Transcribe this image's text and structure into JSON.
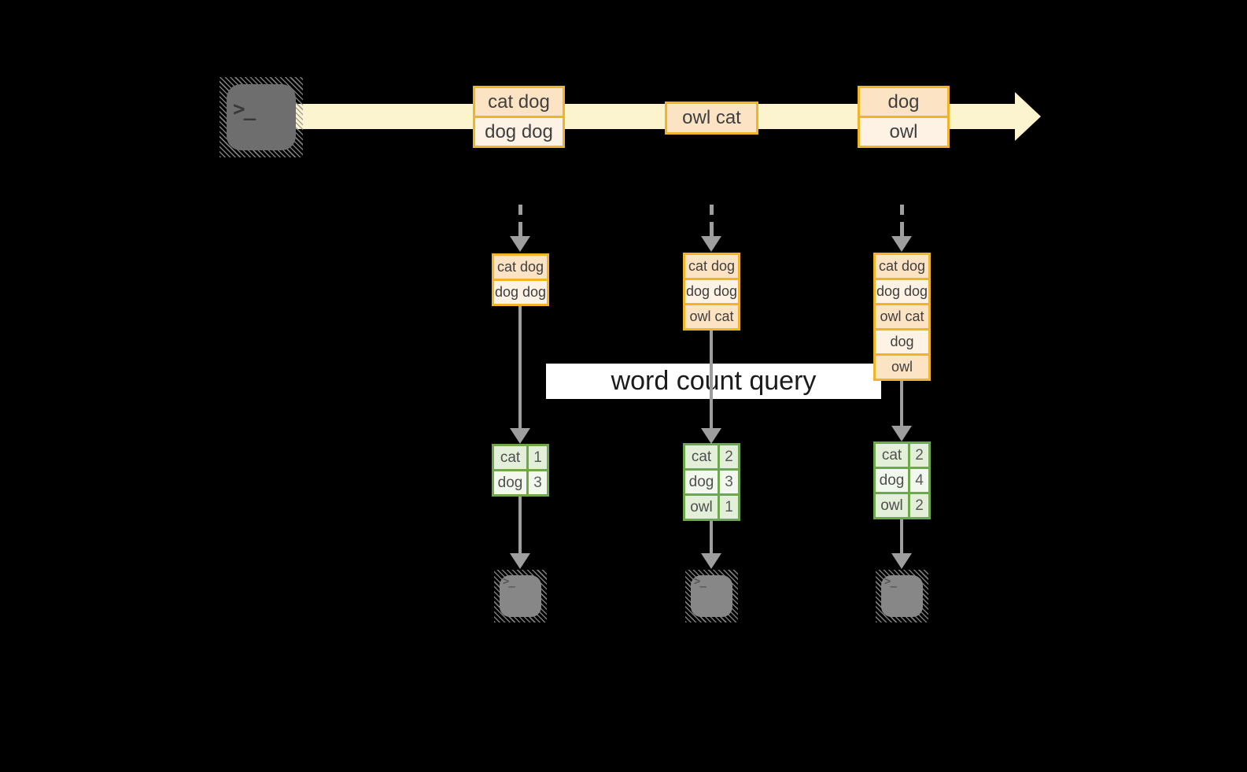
{
  "diagram": "structured-streaming-word-count",
  "colors": {
    "background": "#000000",
    "stream_band": "#fcf3cf",
    "orange_border": "#f0b428",
    "cell_peach": "#fbe3c4",
    "cell_cream": "#fdf2e4",
    "green_border": "#6fa84c",
    "green_light": "#e4efd9",
    "green_lighter": "#f2f8ee",
    "arrow_gray": "#9e9e9e",
    "terminal_gray": "#6e6e6e"
  },
  "terminal_prompt": ">_",
  "query_label": "word count query",
  "stream": {
    "events": [
      {
        "cells": [
          "cat dog",
          "dog dog"
        ]
      },
      {
        "cells": [
          "owl cat"
        ]
      },
      {
        "cells": [
          "dog",
          "owl"
        ]
      }
    ]
  },
  "columns": [
    {
      "batch": [
        "cat dog",
        "dog dog"
      ],
      "result": [
        {
          "word": "cat",
          "count": "1"
        },
        {
          "word": "dog",
          "count": "3"
        }
      ]
    },
    {
      "batch": [
        "cat dog",
        "dog dog",
        "owl cat"
      ],
      "result": [
        {
          "word": "cat",
          "count": "2"
        },
        {
          "word": "dog",
          "count": "3"
        },
        {
          "word": "owl",
          "count": "1"
        }
      ]
    },
    {
      "batch": [
        "cat dog",
        "dog dog",
        "owl cat",
        "dog",
        "owl"
      ],
      "result": [
        {
          "word": "cat",
          "count": "2"
        },
        {
          "word": "dog",
          "count": "4"
        },
        {
          "word": "owl",
          "count": "2"
        }
      ]
    }
  ]
}
